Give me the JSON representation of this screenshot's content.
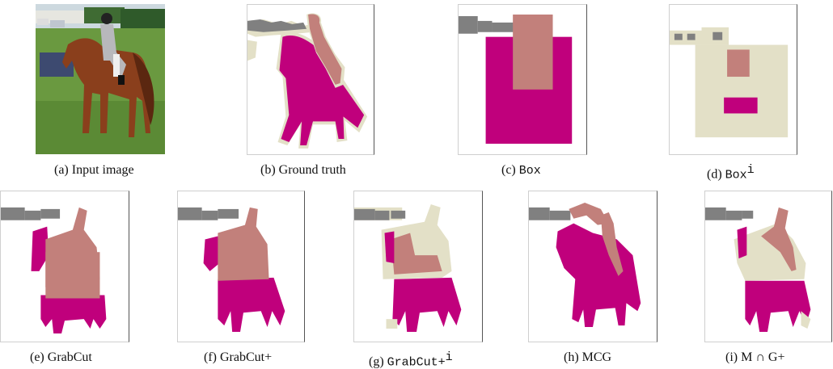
{
  "figure": {
    "panels": [
      {
        "id": "a",
        "caption": "(a) Input image"
      },
      {
        "id": "b",
        "caption": "(b)  Ground truth"
      },
      {
        "id": "c",
        "caption_prefix": "(c) ",
        "caption_mono": "Box",
        "caption_sup": ""
      },
      {
        "id": "d",
        "caption_prefix": "(d) ",
        "caption_mono": "Box",
        "caption_sup": "i"
      },
      {
        "id": "e",
        "caption": "(e) GrabCut"
      },
      {
        "id": "f",
        "caption": "(f) GrabCut+"
      },
      {
        "id": "g",
        "caption_prefix": "(g) ",
        "caption_mono": "GrabCut+",
        "caption_sup": "i"
      },
      {
        "id": "h",
        "caption": "(h) MCG"
      },
      {
        "id": "i",
        "caption": "(i) M ∩ G+"
      }
    ],
    "colors": {
      "horse": "#c0007c",
      "rider": "#c2807b",
      "ignore": "#e3e0c7",
      "background_objects": "#808080",
      "grass": "#5f8f3a",
      "sky": "#c9d8e2"
    }
  }
}
